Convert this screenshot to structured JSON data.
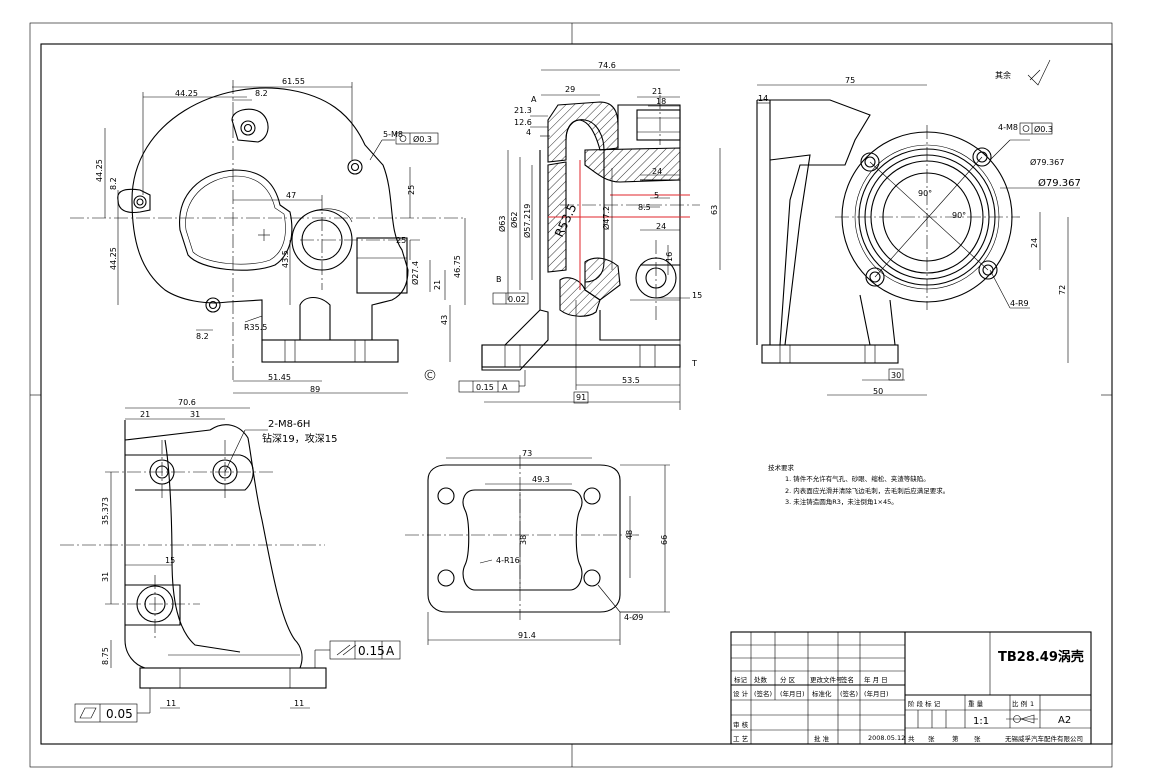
{
  "title_block": {
    "drawing_name": "TB28.49涡壳",
    "scale": "1:1",
    "sheet_size": "A2",
    "sheet_no": "1",
    "date": "2008.05.12",
    "company": "无锡威孚汽车配件有限公司",
    "header_labels": [
      "标记",
      "处数",
      "分 区",
      "更改文件号",
      "签名",
      "年 月 日"
    ],
    "design_row": [
      "设 计",
      "(签名)",
      "(年月日)",
      "标准化",
      "(签名)",
      "(年月日)"
    ],
    "stage_labels": [
      "阶 段 标 记",
      "重 量",
      "比 例"
    ],
    "review_label": "审 核",
    "process_label": "工 艺",
    "approve_label": "批 准",
    "sheets_labels": [
      "共",
      "张",
      "第",
      "张"
    ]
  },
  "notes": {
    "heading": "技术要求",
    "items": [
      "1. 铸件不允许有气孔、砂眼、缩松、夹渣等缺陷。",
      "2. 内表面应光滑并清除飞边毛刺，去毛刺后应满足要求。",
      "3. 未注铸造圆角R3，未注倒角1×45。"
    ]
  },
  "roughness": {
    "label": "其余"
  },
  "front_view": {
    "dims": [
      "44.25",
      "8.2",
      "61.55",
      "44.25",
      "8.2",
      "44.25",
      "47",
      "25",
      "43.5",
      "25",
      "Ø27.4",
      "21",
      "46.75",
      "43",
      "R35.5",
      "8.2",
      "51.45",
      "89"
    ],
    "callout": "5-M8",
    "callout_tol": "Ø0.3",
    "datum": "C"
  },
  "section_view": {
    "dims": [
      "74.6",
      "29",
      "21",
      "18",
      "21.3",
      "12.6",
      "4",
      "Ø63",
      "Ø62",
      "Ø57.219",
      "Ø47.2",
      "24",
      "8.5",
      "5",
      "24",
      "16",
      "15",
      "91",
      "53.5"
    ],
    "section_label": "R53.5",
    "flatness_tol": "0.02",
    "parallel_tol": "0.15",
    "parallel_datum": "A",
    "datum_b": "B",
    "datum_a": "A",
    "datum_t": "T"
  },
  "side_view": {
    "dims": [
      "75",
      "14",
      "63",
      "Ø79.367",
      "Ø79.367",
      "90°",
      "90°",
      "24",
      "72",
      "30",
      "50"
    ],
    "callout": "4-M8",
    "callout_tol": "Ø0.3",
    "radius_note": "4-R9"
  },
  "bottom_left_view": {
    "dims": [
      "70.6",
      "21",
      "31",
      "35.373",
      "31",
      "15",
      "8.75",
      "11",
      "11"
    ],
    "thread_note": "2-M8-6H",
    "depth_note": "钻深19，攻深15",
    "parallel_tol": "0.15",
    "parallel_datum": "A",
    "flatness_tol": "0.05"
  },
  "flange_view": {
    "dims": [
      "73",
      "49.3",
      "38",
      "48",
      "66",
      "91.4"
    ],
    "radius_note": "4-R16",
    "hole_note": "4-Ø9"
  }
}
